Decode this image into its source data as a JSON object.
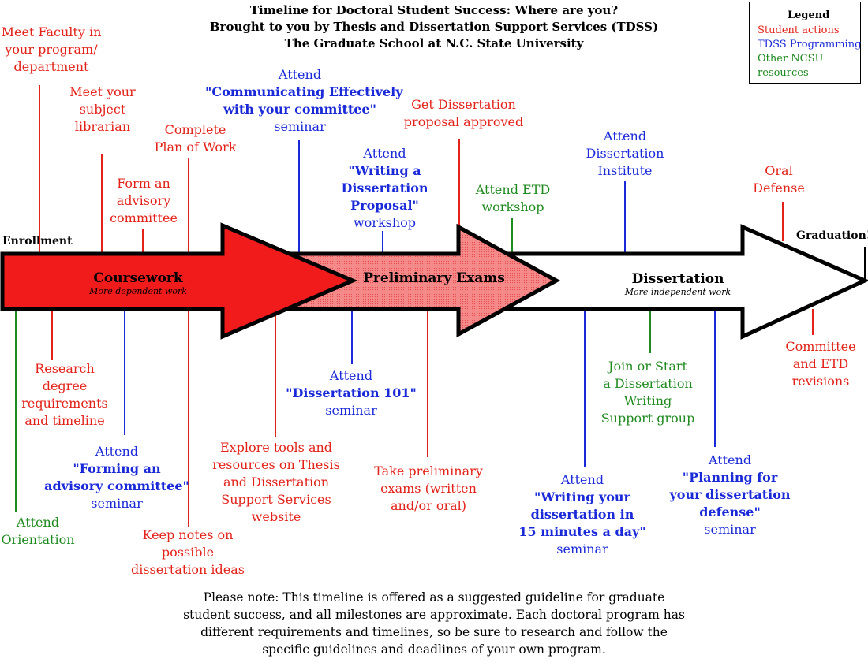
{
  "header": {
    "line1": "Timeline for Doctoral Student Success: Where are you?",
    "line2": "Brought to you by Thesis and Dissertation Support Services (TDSS)",
    "line3": "The Graduate School at N.C. State University"
  },
  "legend": {
    "title": "Legend",
    "student": "Student actions",
    "tdss": "TDSS Programming",
    "other_line1": "Other NCSU",
    "other_line2": "resources"
  },
  "colors": {
    "student": "#e32219",
    "tdss": "#1a2ad8",
    "other": "#1f8a1f",
    "arrow1": "#f11b1b",
    "arrow2": "#f58a8a"
  },
  "timeline": {
    "enrollment": "Enrollment",
    "graduation": "Graduation!",
    "stages": [
      {
        "name": "Coursework",
        "sub": "More dependent work"
      },
      {
        "name": "Preliminary Exams",
        "sub": ""
      },
      {
        "name": "Dissertation",
        "sub": "More independent work"
      }
    ]
  },
  "milestones_above": [
    {
      "lines": [
        "Meet Faculty in",
        "your program/",
        "department"
      ]
    },
    {
      "lines": [
        "Meet your",
        "subject",
        "librarian"
      ]
    },
    {
      "lines": [
        "Form an",
        "advisory",
        "committee"
      ]
    },
    {
      "lines": [
        "Complete",
        "Plan of  Work"
      ]
    },
    {
      "lines": [
        "Attend",
        "\"Communicating Effectively",
        "with your committee\"",
        "seminar"
      ]
    },
    {
      "lines": [
        "Attend",
        "\"Writing a",
        "Dissertation",
        "Proposal\"",
        "workshop"
      ]
    },
    {
      "lines": [
        "Get Dissertation",
        "proposal approved"
      ]
    },
    {
      "lines": [
        "Attend ETD",
        "workshop"
      ]
    },
    {
      "lines": [
        "Attend",
        "Dissertation",
        "Institute"
      ]
    },
    {
      "lines": [
        "Oral",
        "Defense"
      ]
    }
  ],
  "milestones_below": [
    {
      "lines": [
        "Attend",
        "Orientation"
      ]
    },
    {
      "lines": [
        "Research",
        "degree",
        "requirements",
        "and timeline"
      ]
    },
    {
      "lines": [
        "Attend",
        "\"Forming an",
        "advisory committee\"",
        "seminar"
      ]
    },
    {
      "lines": [
        "Keep notes on",
        "possible",
        "dissertation ideas"
      ]
    },
    {
      "lines": [
        "Explore tools and",
        "resources on Thesis",
        "and Dissertation",
        "Support Services",
        "website"
      ]
    },
    {
      "lines": [
        "Attend",
        "\"Dissertation 101\"",
        "seminar"
      ]
    },
    {
      "lines": [
        "Take preliminary",
        "exams (written",
        "and/or oral)"
      ]
    },
    {
      "lines": [
        "Attend",
        "\"Writing your",
        "dissertation in",
        "15 minutes a day\"",
        "seminar"
      ]
    },
    {
      "lines": [
        "Join or Start",
        "a Dissertation",
        "Writing",
        "Support group"
      ]
    },
    {
      "lines": [
        "Attend",
        "\"Planning for",
        "your dissertation",
        "defense\"",
        "seminar"
      ]
    },
    {
      "lines": [
        "Committee",
        "and ETD",
        "revisions"
      ]
    }
  ],
  "footnote": {
    "line1": "Please note: This timeline is offered as a suggested guideline for graduate",
    "line2": "student success, and all milestones are approximate. Each doctoral program has",
    "line3": "different requirements and timelines, so be sure to research and follow the",
    "line4": "specific guidelines and deadlines of your own program."
  }
}
